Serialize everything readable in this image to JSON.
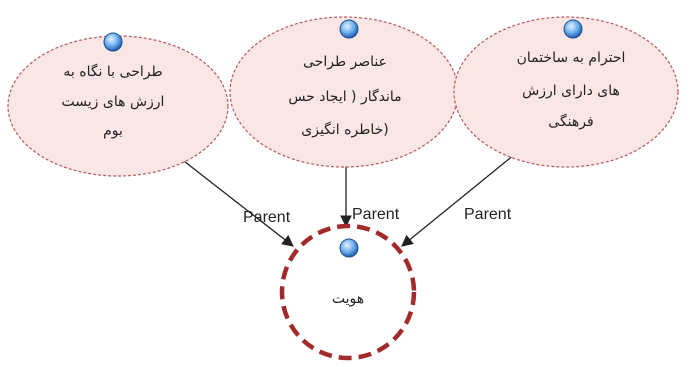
{
  "nodes": [
    {
      "id": "design-values",
      "lines": [
        "طراحی با نگاه به",
        "ارزش های زیست",
        "بوم"
      ]
    },
    {
      "id": "memorable-elements",
      "lines": [
        "عناصر طراحی",
        "ماندگار ( ایجاد حس",
        "(خاطره انگیزی"
      ]
    },
    {
      "id": "respect-buildings",
      "lines": [
        "احترام به ساختمان",
        "های دارای ارزش",
        "فرهنگی"
      ]
    },
    {
      "id": "identity",
      "lines": [
        "هویت"
      ]
    }
  ],
  "edges": [
    {
      "from": "design-values",
      "to": "identity",
      "label": "Parent"
    },
    {
      "from": "memorable-elements",
      "to": "identity",
      "label": "Parent"
    },
    {
      "from": "respect-buildings",
      "to": "identity",
      "label": "Parent"
    }
  ],
  "colors": {
    "ellipse_fill": "#fbe6e6",
    "ellipse_border": "#b55a5a",
    "target_border": "#a32a2a",
    "arrow": "#222222",
    "bullet": "#4a90e2"
  }
}
